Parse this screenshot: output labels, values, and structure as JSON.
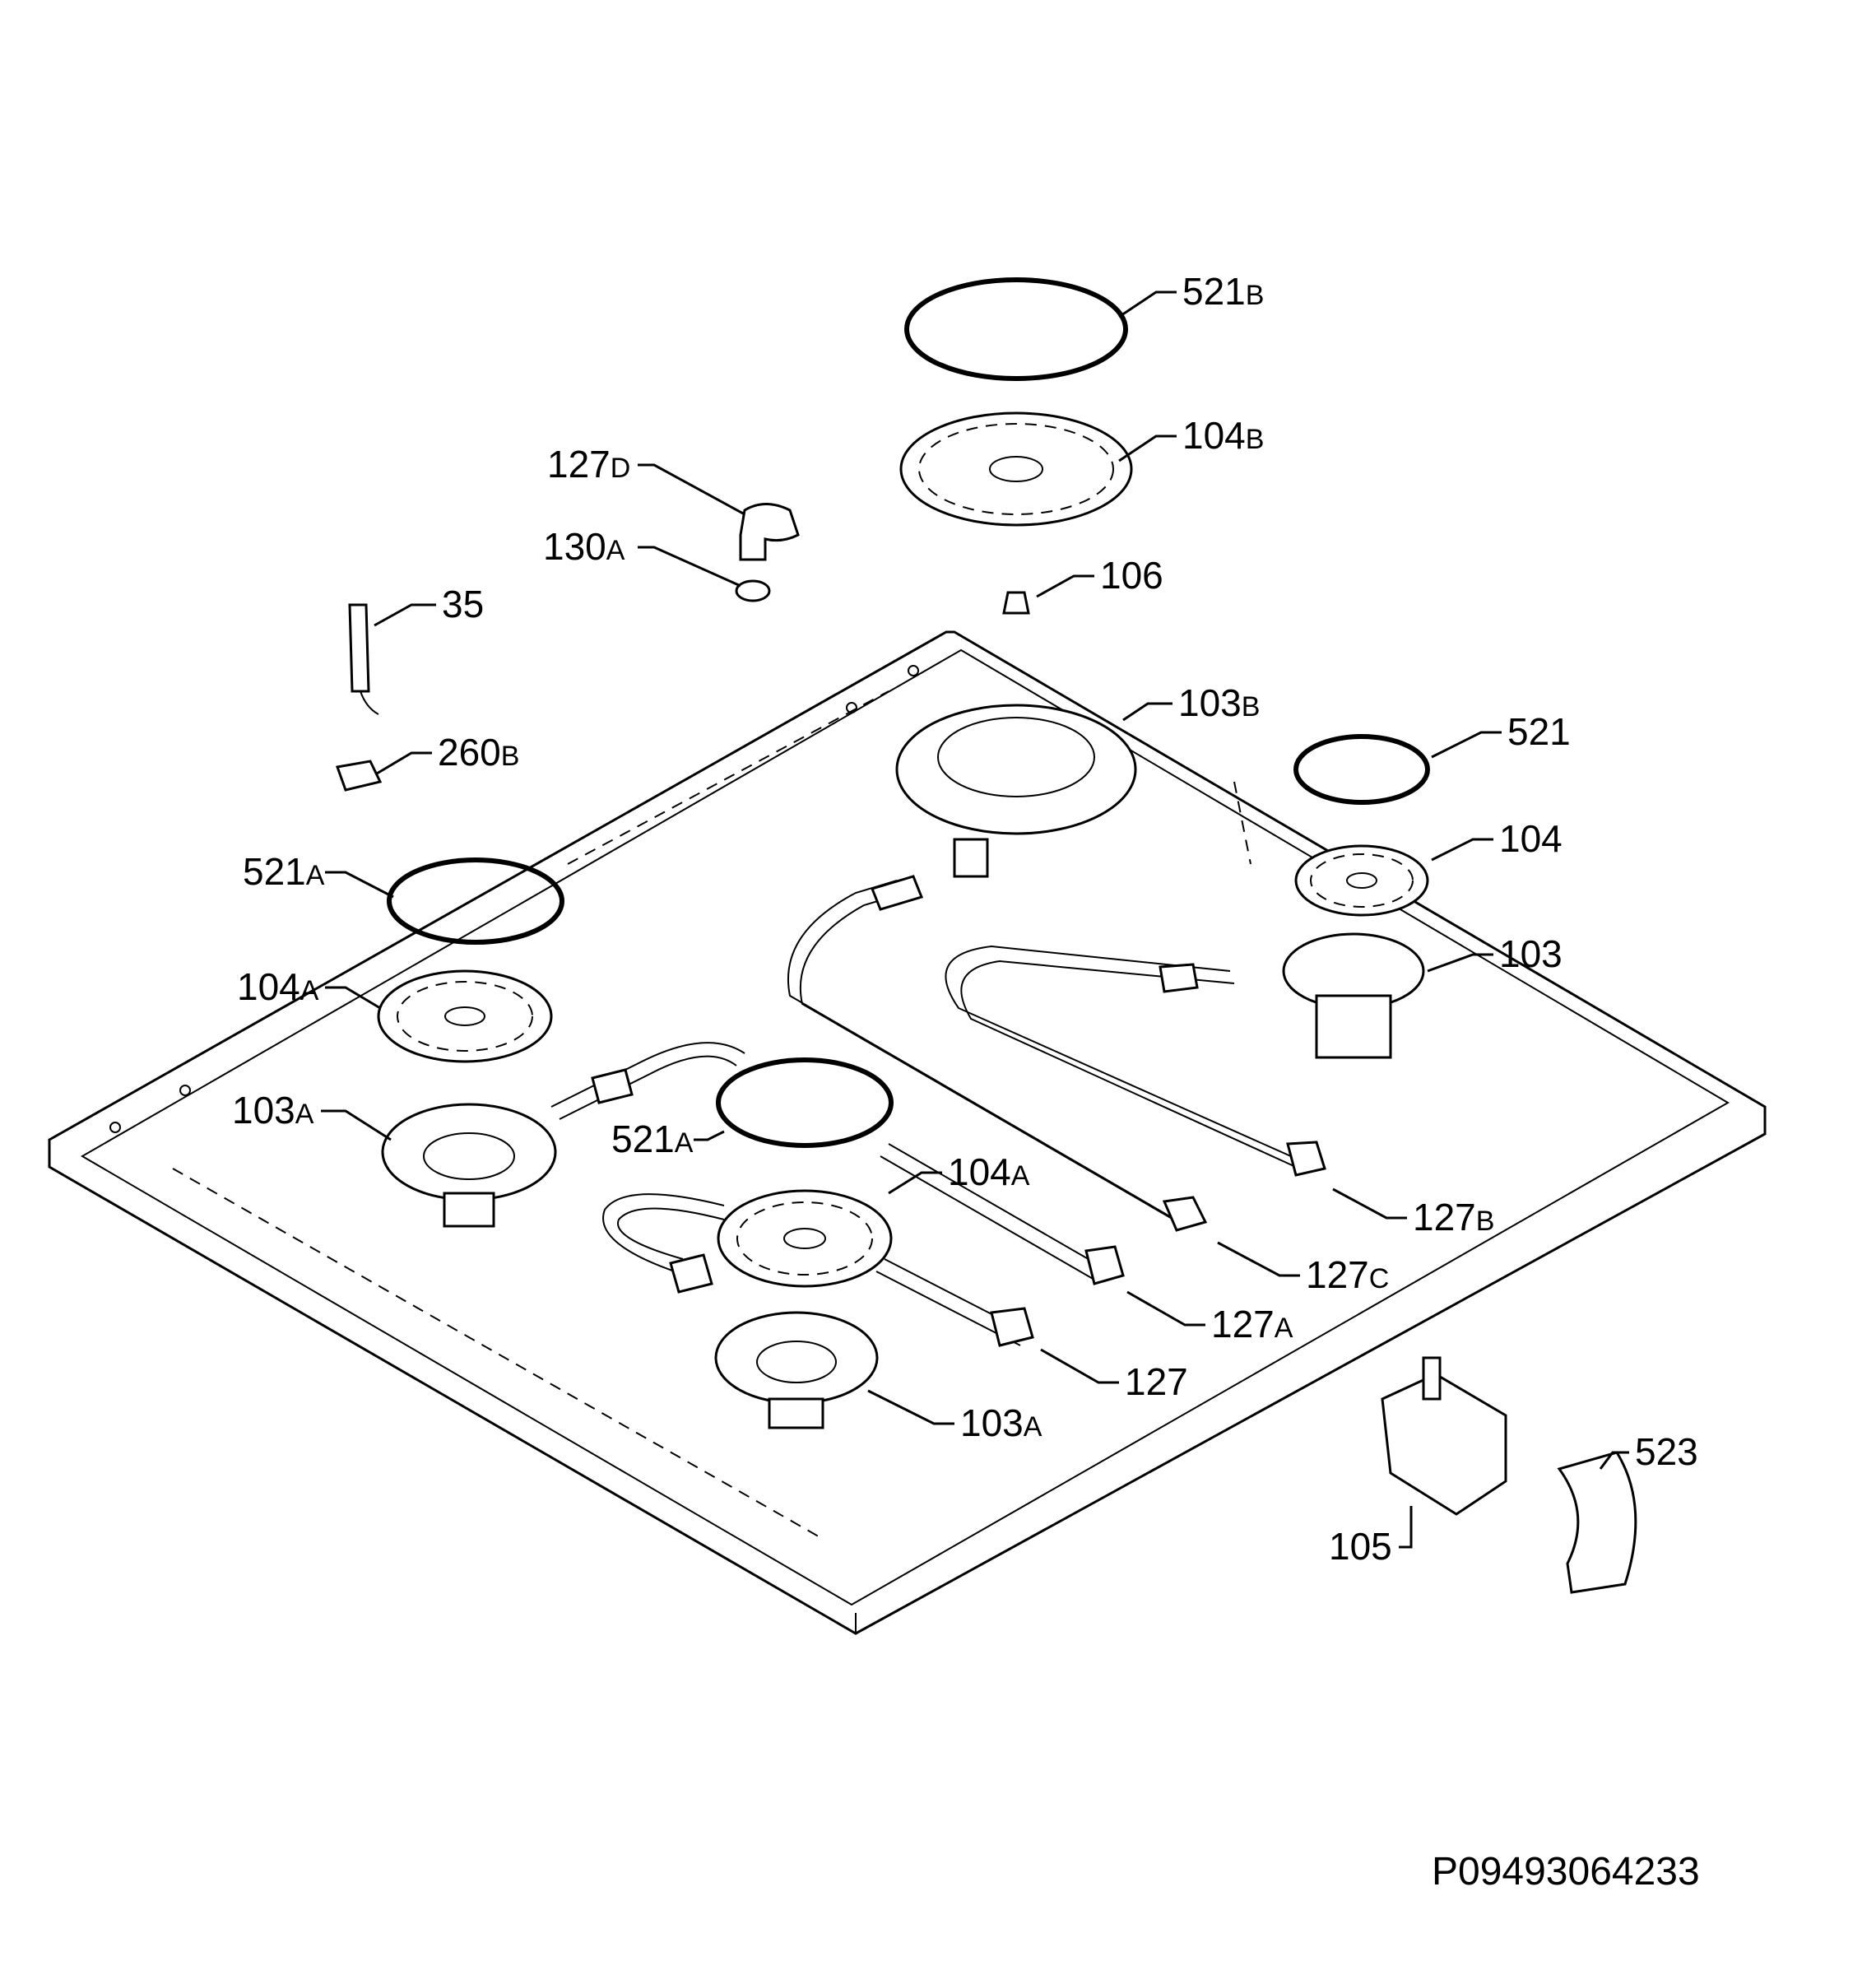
{
  "diagram": {
    "code": "P09493064233",
    "labels": [
      {
        "id": "521b",
        "num": "521",
        "suffix": "B"
      },
      {
        "id": "104b",
        "num": "104",
        "suffix": "B"
      },
      {
        "id": "127d",
        "num": "127",
        "suffix": "D"
      },
      {
        "id": "130a",
        "num": "130",
        "suffix": "A"
      },
      {
        "id": "106",
        "num": "106",
        "suffix": ""
      },
      {
        "id": "35",
        "num": "35",
        "suffix": ""
      },
      {
        "id": "103b",
        "num": "103",
        "suffix": "B"
      },
      {
        "id": "260b",
        "num": "260",
        "suffix": "B"
      },
      {
        "id": "521",
        "num": "521",
        "suffix": ""
      },
      {
        "id": "521a-1",
        "num": "521",
        "suffix": "A"
      },
      {
        "id": "104",
        "num": "104",
        "suffix": ""
      },
      {
        "id": "103",
        "num": "103",
        "suffix": ""
      },
      {
        "id": "104a-1",
        "num": "104",
        "suffix": "A"
      },
      {
        "id": "103a-1",
        "num": "103",
        "suffix": "A"
      },
      {
        "id": "521a-2",
        "num": "521",
        "suffix": "A"
      },
      {
        "id": "104a-2",
        "num": "104",
        "suffix": "A"
      },
      {
        "id": "127b",
        "num": "127",
        "suffix": "B"
      },
      {
        "id": "127c",
        "num": "127",
        "suffix": "C"
      },
      {
        "id": "127a",
        "num": "127",
        "suffix": "A"
      },
      {
        "id": "127",
        "num": "127",
        "suffix": ""
      },
      {
        "id": "103a-2",
        "num": "103",
        "suffix": "A"
      },
      {
        "id": "523",
        "num": "523",
        "suffix": ""
      },
      {
        "id": "105",
        "num": "105",
        "suffix": ""
      }
    ]
  }
}
